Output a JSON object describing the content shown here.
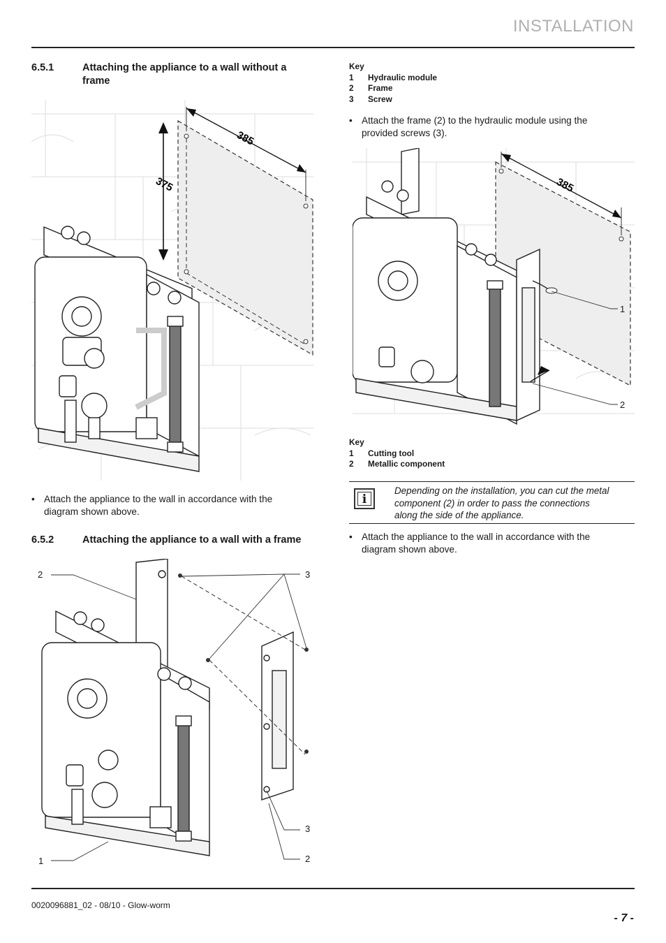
{
  "header": {
    "title": "INSTALLATION"
  },
  "section1": {
    "number": "6.5.1",
    "title_line1": "Attaching the appliance to a wall without a",
    "title_line2": "frame",
    "fig_dim1": "385",
    "fig_dim2": "375",
    "bullet_line1": "Attach the appliance to the wall in accordance with the",
    "bullet_line2": "diagram shown above."
  },
  "section2": {
    "number": "6.5.2",
    "title": "Attaching the appliance to a wall with a frame",
    "callouts": {
      "c2_top": "2",
      "c3_top": "3",
      "c1_bottom": "1",
      "c3_bottom": "3",
      "c2_bottom": "2"
    }
  },
  "key1": {
    "heading": "Key",
    "items": [
      {
        "num": "1",
        "label": "Hydraulic module"
      },
      {
        "num": "2",
        "label": "Frame"
      },
      {
        "num": "3",
        "label": "Screw"
      }
    ]
  },
  "bullet_frame": {
    "line1": "Attach the frame (2) to the hydraulic module using the",
    "line2": "provided screws (3)."
  },
  "figure3": {
    "dim": "385",
    "callout1": "1",
    "callout2": "2"
  },
  "key2": {
    "heading": "Key",
    "items": [
      {
        "num": "1",
        "label": "Cutting tool"
      },
      {
        "num": "2",
        "label": "Metallic component"
      }
    ]
  },
  "note": {
    "icon": "info-icon",
    "icon_glyph": "i",
    "line1": "Depending on the installation, you can cut the metal",
    "line2": "component (2) in order to pass the connections",
    "line3": "along the side of the appliance."
  },
  "bullet_final": {
    "line1": "Attach the appliance to the wall in accordance with the",
    "line2": "diagram shown above."
  },
  "footer": {
    "doc_ref": "0020096881_02 - 08/10 - Glow-worm",
    "page": "- 7 -"
  }
}
